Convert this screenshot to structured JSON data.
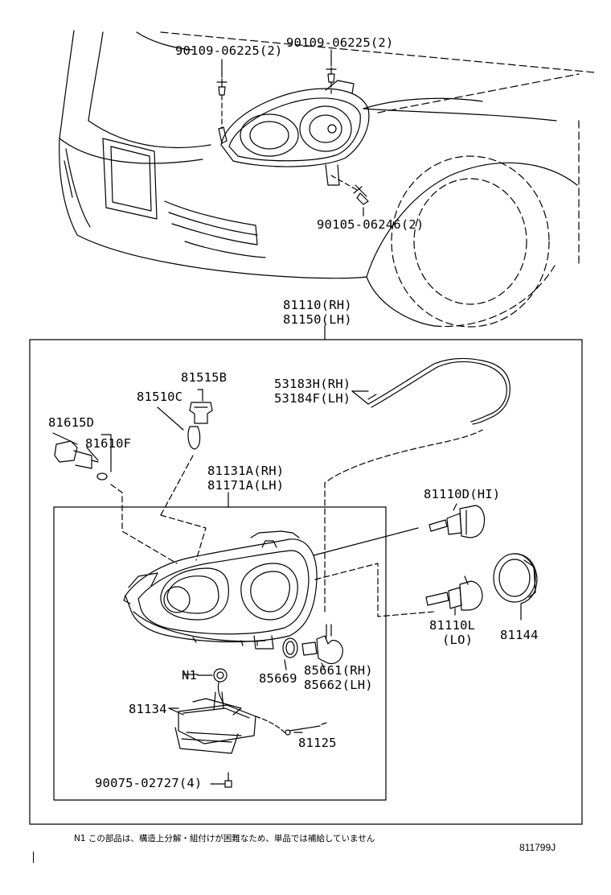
{
  "labels": {
    "bolt_left": "90109-06225(2)",
    "bolt_right": "90109-06225(2)",
    "bolt_lower": "90105-06246(2)",
    "assembly_rh": "81110(RH)",
    "assembly_lh": "81150(LH)",
    "p81515b": "81515B",
    "p81510c": "81510C",
    "p81615d": "81615D",
    "p81610f": "81610F",
    "p53183h": "53183H(RH)",
    "p53184f": "53184F(LH)",
    "p81131a": "81131A(RH)",
    "p81171a": "81171A(LH)",
    "p81110d": "81110D(HI)",
    "p81110l": "81110L",
    "p81110l_lo": "(LO)",
    "p81144": "81144",
    "p85669": "85669",
    "p85661": "85661(RH)",
    "p85662": "85662(LH)",
    "n1": "N1",
    "p81134": "81134",
    "p81125": "81125",
    "p90075": "90075-02727(4)"
  },
  "footnote": "N1 この部品は、構造上分解・組付けが困難なため、単品では補給していません",
  "diagram_code": "811799J"
}
